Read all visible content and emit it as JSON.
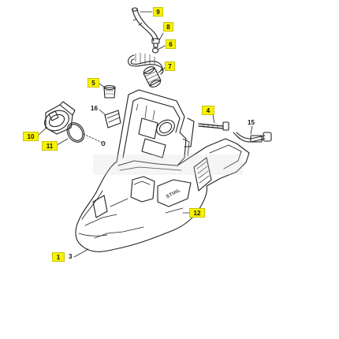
{
  "diagram": {
    "callouts": {
      "c9": "9",
      "c8": "8",
      "c6": "6",
      "c7": "7",
      "c5": "5",
      "c16": "16",
      "c4": "4",
      "c15": "15",
      "c10": "10",
      "c11": "11",
      "c12": "12",
      "c1": "1",
      "c3": "3"
    },
    "colors": {
      "highlight": "#f7f200",
      "line": "#222222",
      "background": "#ffffff"
    }
  }
}
